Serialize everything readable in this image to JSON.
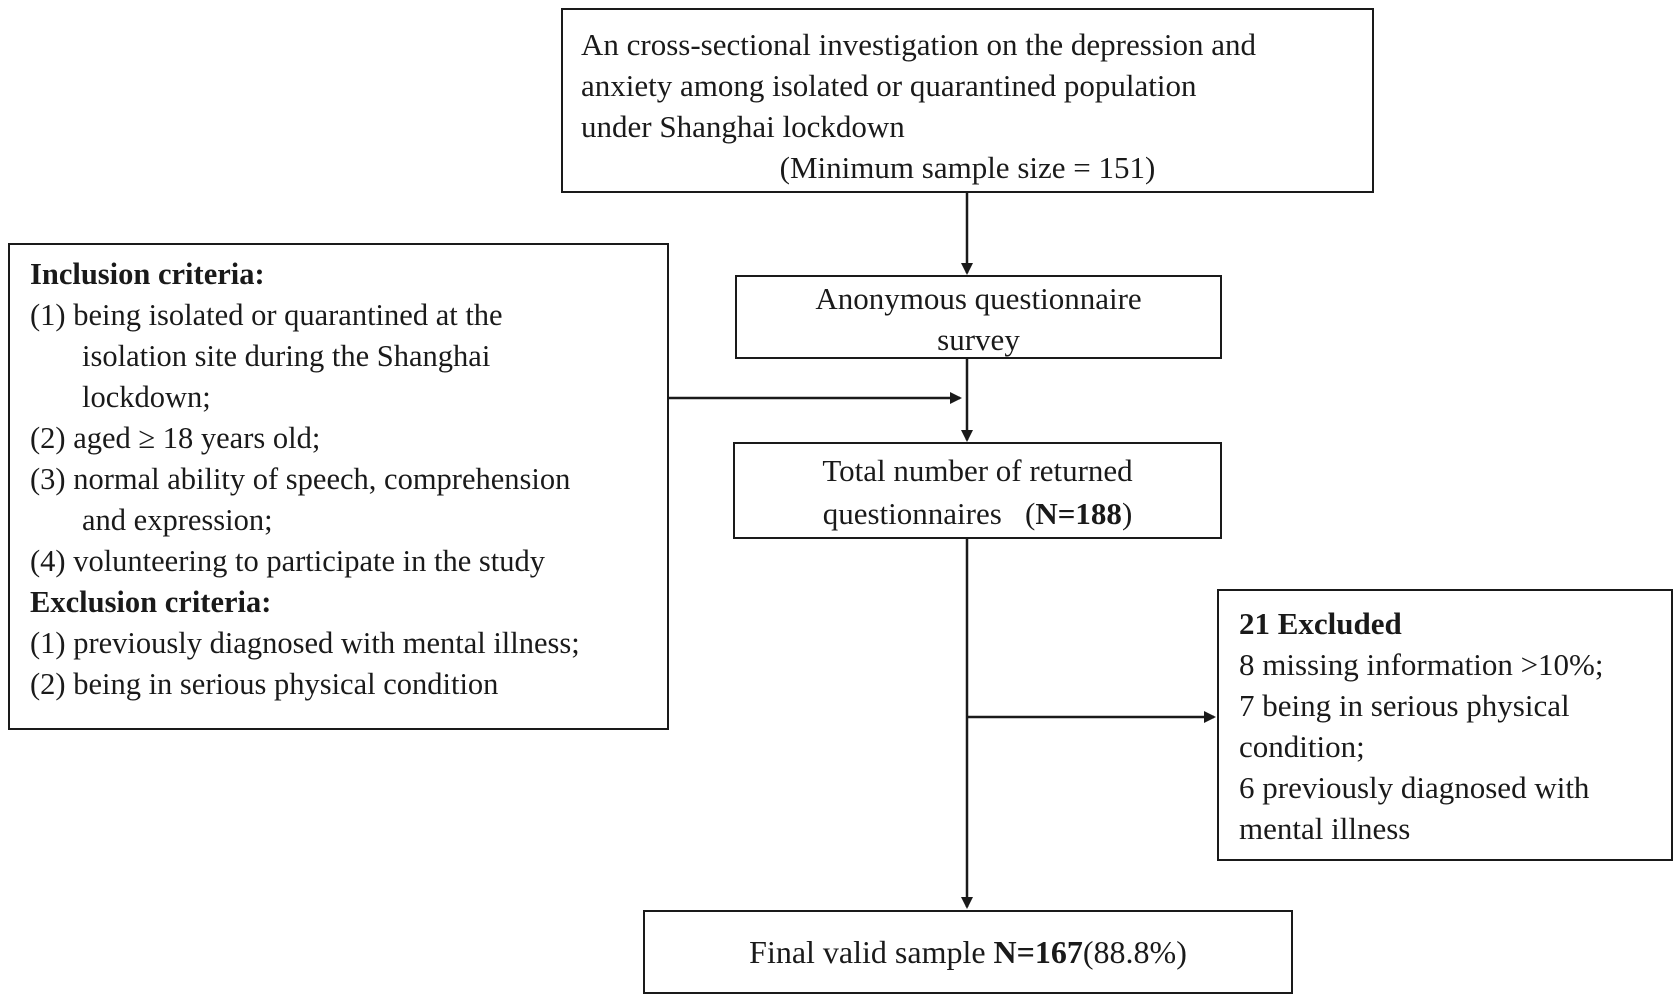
{
  "top_box": {
    "lines": [
      "An cross-sectional investigation on the depression and",
      "anxiety among isolated or quarantined population",
      "under Shanghai lockdown"
    ],
    "sample_size": "(Minimum sample size = 151)"
  },
  "anonymous_box": {
    "line1": "Anonymous questionnaire",
    "line2": "survey"
  },
  "returned_box": {
    "line1": "Total number of returned",
    "line2_text": "questionnaires",
    "line2_open": "(",
    "line2_bold": "N=188",
    "line2_close": ")"
  },
  "criteria_box": {
    "inclusion_heading": "Inclusion criteria:",
    "inclusion_items": [
      [
        "(1) being isolated or quarantined at the",
        "isolation site during the Shanghai",
        "lockdown;"
      ],
      [
        "(2) aged ≥ 18 years old;"
      ],
      [
        "(3) normal ability of speech, comprehension",
        "and expression;"
      ],
      [
        "(4) volunteering to participate in the study"
      ]
    ],
    "exclusion_heading": "Exclusion criteria:",
    "exclusion_items": [
      "(1) previously diagnosed with mental illness;",
      "(2) being in serious physical condition"
    ]
  },
  "excluded_box": {
    "heading": "21 Excluded",
    "lines": [
      "8 missing information >10%;",
      "7 being in serious physical",
      "condition;",
      "6 previously diagnosed with",
      "mental illness"
    ]
  },
  "final_box": {
    "label": "Final valid sample",
    "bold": "N=167",
    "percent": "(88.8%)"
  }
}
